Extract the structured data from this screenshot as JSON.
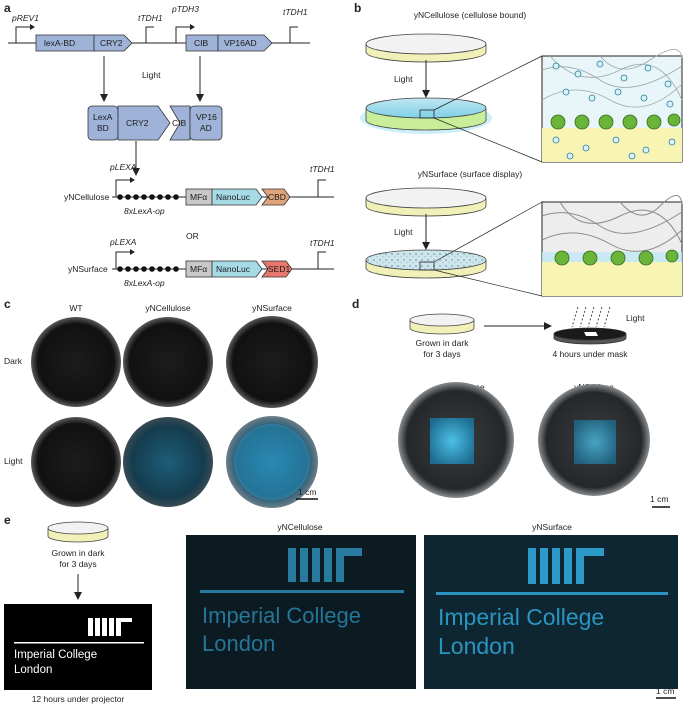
{
  "panels": {
    "a": {
      "letter": "a",
      "promoters": {
        "prev1": "pREV1",
        "ptdh3": "pTDH3",
        "plexa1": "pLEXA",
        "plexa2": "pLEXA"
      },
      "terminators": {
        "t1": "tTDH1",
        "t2": "tTDH1",
        "t3": "tTDH1",
        "t4": "tTDH1"
      },
      "genes": {
        "lexa_bd": "lexA-BD",
        "cry2": "CRY2",
        "cib": "CIB",
        "vp16ad": "VP16AD",
        "vp16_line1": "VP16",
        "vp16_line2": "AD",
        "lexa_line1": "LexA",
        "lexa_line2": "BD",
        "mfa": "MFα",
        "nanoluc": "NanoLuc",
        "cbd": "CBD",
        "sed1": "SED1"
      },
      "light": "Light",
      "operator": "8xLexA-op",
      "strain1": "yNCellulose",
      "strain2": "yNSurface",
      "or": "OR"
    },
    "b": {
      "letter": "b",
      "title1": "yNCellulose (cellulose bound)",
      "title2": "yNSurface (surface display)",
      "light": "Light"
    },
    "c": {
      "letter": "c",
      "cols": [
        "WT",
        "yNCellulose",
        "yNSurface"
      ],
      "rows": [
        "Dark",
        "Light"
      ],
      "scale": "1 cm"
    },
    "d": {
      "letter": "d",
      "grown_line1": "Grown in dark",
      "grown_line2": "for 3 days",
      "light": "Light",
      "mask": "4 hours under mask",
      "plate1": "yNCellulose",
      "plate2": "yNSurface",
      "scale": "1 cm"
    },
    "e": {
      "letter": "e",
      "grown_line1": "Grown in dark",
      "grown_line2": "for 3 days",
      "logo_line1": "Imperial College",
      "logo_line2": "London",
      "projector": "12 hours under projector",
      "img1": "yNCellulose",
      "img2": "yNSurface",
      "glow_line1": "Imperial College",
      "glow_line2": "London",
      "scale": "1 cm"
    }
  },
  "colors": {
    "gene_blue": "#9fb3d9",
    "nanoluc": "#a6dbe6",
    "cbd": "#e0a47c",
    "sed1": "#e8776d",
    "mfa": "#c8c8c8",
    "glow": "#2fb8e0"
  }
}
